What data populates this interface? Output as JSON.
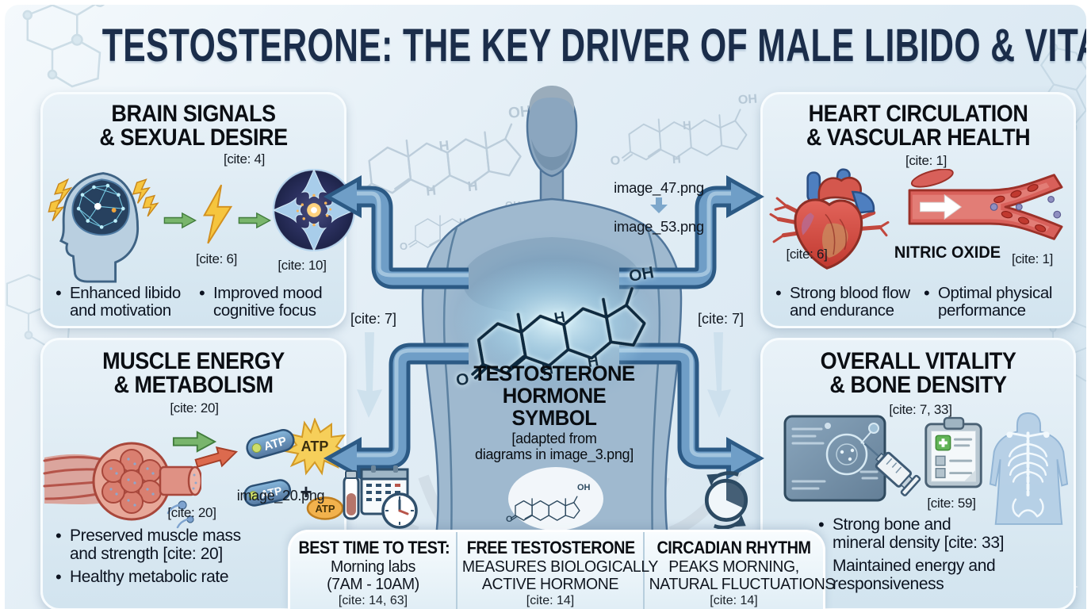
{
  "title": "TESTOSTERONE: THE KEY DRIVER OF MALE LIBIDO & VITALITY",
  "panels": {
    "brain": {
      "title1": "BRAIN SIGNALS",
      "title2": "& SEXUAL DESIRE",
      "cite_top": "[cite: 4]",
      "cite_bolt": "[cite: 6]",
      "cite_synapse": "[cite: 10]",
      "bullet1": "Enhanced libido\nand motivation",
      "bullet2": "Improved mood\ncognitive focus"
    },
    "heart": {
      "title1": "HEART CIRCULATION",
      "title2": "& VASCULAR HEALTH",
      "cite_top": "[cite: 1]",
      "cite_heart": "[cite: 6]",
      "nitric_oxide": "NITRIC OXIDE",
      "cite_vessel": "[cite: 1]",
      "bullet1": "Strong blood flow\nand endurance",
      "bullet2": "Optimal physical\nperformance"
    },
    "muscle": {
      "title1": "MUSCLE ENERGY",
      "title2": "& METABOLISM",
      "cite_top": "[cite: 20]",
      "cite_bottom": "[cite: 20]",
      "atp": "ATP",
      "plus": "+",
      "image_label": "image_20.png",
      "bullet1": "Preserved muscle mass\nand strength [cite: 20]",
      "bullet2": "Healthy metabolic rate"
    },
    "vitality": {
      "title1": "OVERALL VITALITY",
      "title2": "& BONE DENSITY",
      "cite_top": "[cite: 7, 33]",
      "cite_clipboard": "[cite: 59]",
      "bullet1": "Strong bone and\nmineral density [cite: 33]",
      "bullet2": "Maintained energy and\nresponsiveness"
    }
  },
  "center": {
    "cite_left": "[cite: 7]",
    "cite_right": "[cite: 7]",
    "image_label_top": "image_47.png",
    "image_label_bottom": "image_53.png",
    "symbol1": "TESTOSTERONE",
    "symbol2": "HORMONE",
    "symbol3": "SYMBOL",
    "note": "[adapted from\ndiagrams in image_3.png]",
    "molecule": {
      "oh": "OH",
      "h": "H",
      "o": "O"
    }
  },
  "footer": {
    "boxes": [
      {
        "title": "BEST TIME TO TEST:",
        "line1": "Morning labs",
        "line2": "(7AM - 10AM)",
        "cite": "[cite: 14, 63]"
      },
      {
        "title": "FREE TESTOSTERONE",
        "line1": "MEASURES BIOLOGICALLY",
        "line2": "ACTIVE HORMONE",
        "cite": "[cite: 14]"
      },
      {
        "title": "CIRCADIAN RHYTHM",
        "line1": "PEAKS MORNING,",
        "line2": "NATURAL FLUCTUATIONS",
        "cite": "[cite: 14]"
      }
    ]
  },
  "icons": {
    "lightning_bolt": "⚡",
    "down_arrow": "↓",
    "green_arrow": "➜"
  },
  "colors": {
    "title_navy": "#1b2d4a",
    "panel_bg": "#dceaf3",
    "connector_blue": "#6f9ec7",
    "connector_outline": "#2c5a85",
    "green_arrow": "#79b56c",
    "bolt_yellow": "#f6c53e",
    "heart_red": "#d8605a",
    "atp_yellow": "#f6cf5a",
    "background": "#e3eef6"
  }
}
